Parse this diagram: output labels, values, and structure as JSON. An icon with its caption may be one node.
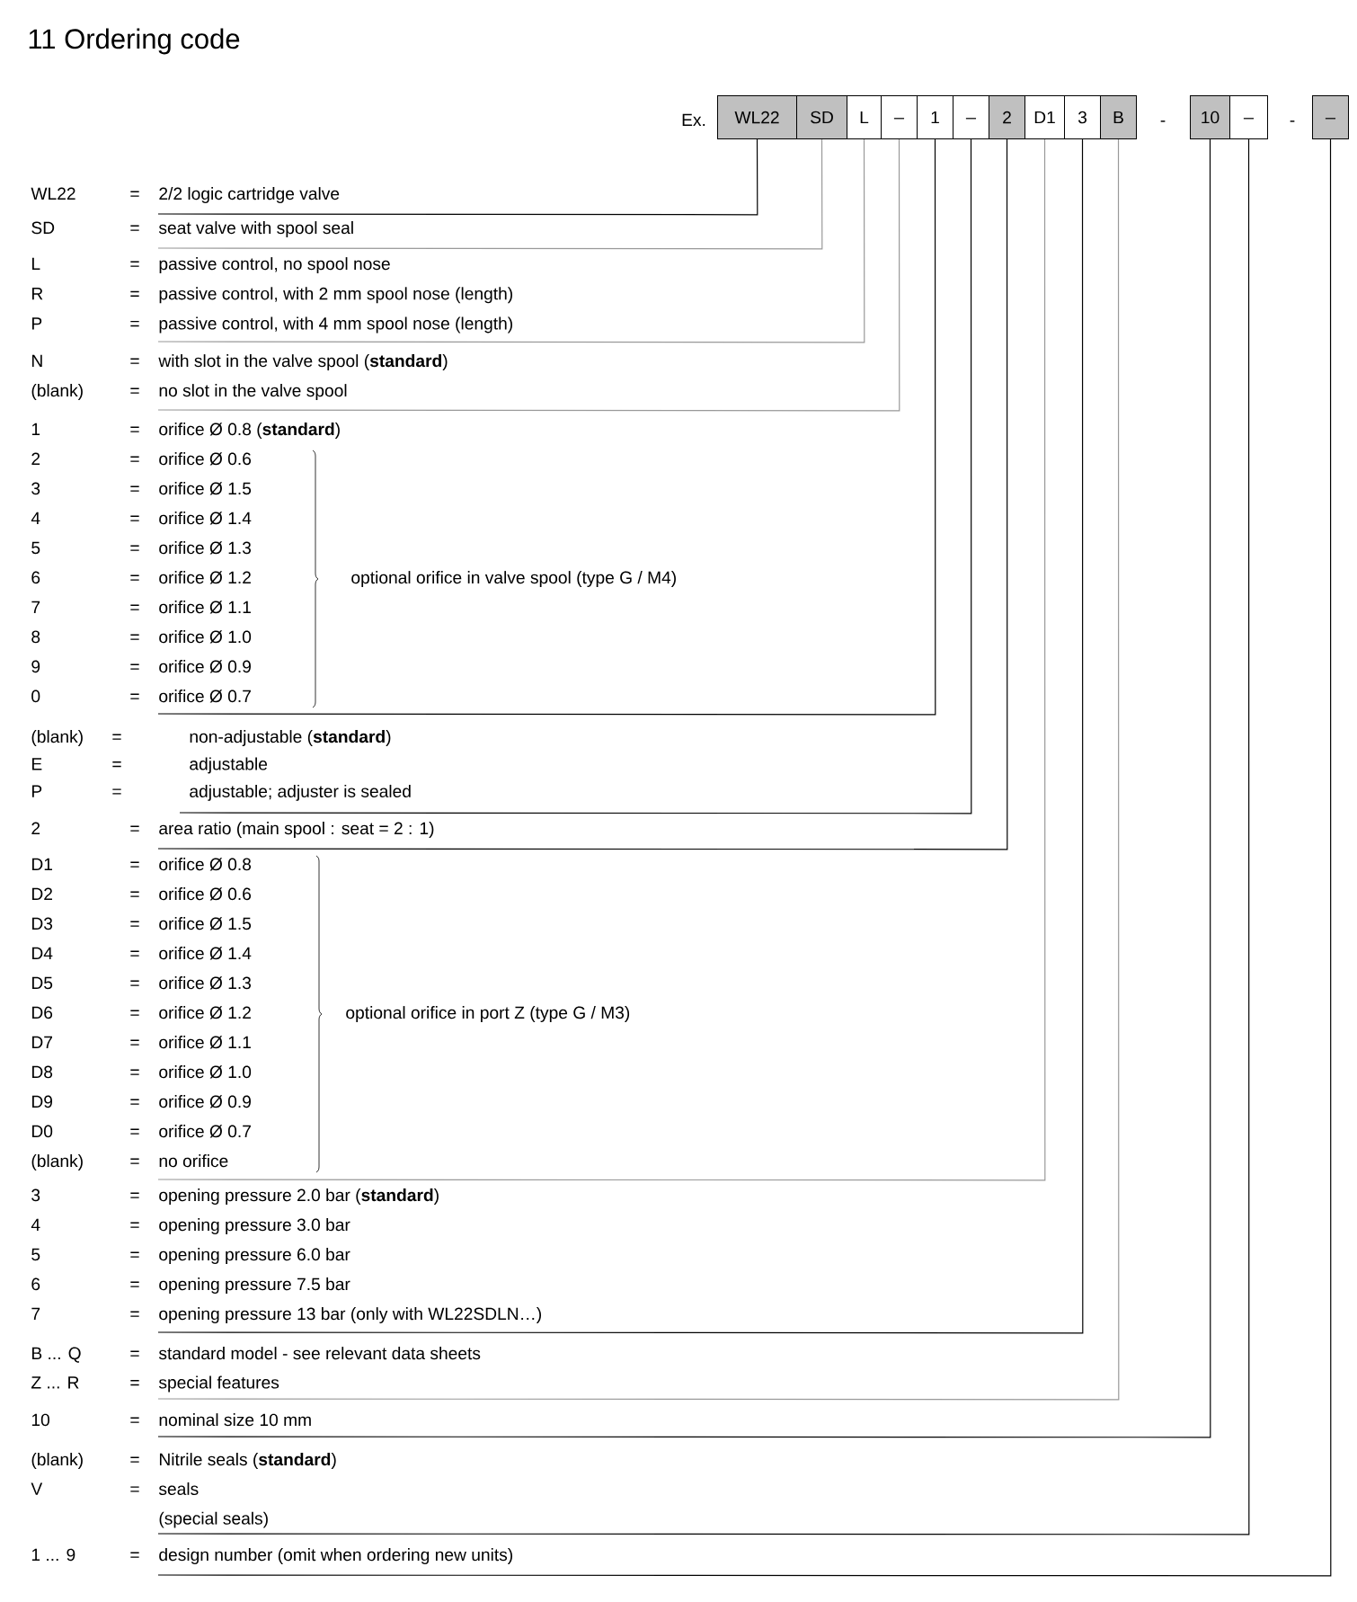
{
  "diagram": {
    "title": "11 Ordering code",
    "nodes": [
      {
        "text": [
          "WL22"
        ]
      },
      {
        "text": [
          "SD"
        ]
      },
      {
        "text": [
          "L"
        ]
      },
      {
        "text": [
          "_"
        ]
      },
      {
        "text": [
          "1"
        ]
      },
      {
        "text": [
          "_"
        ]
      },
      {
        "text": [
          "2"
        ]
      },
      {
        "text": [
          "D1"
        ]
      },
      {
        "text": [
          "3"
        ]
      },
      {
        "text": [
          "B"
        ]
      },
      {
        "text": [
          "10"
        ]
      },
      {
        "text": [
          "_"
        ]
      },
      {
        "text": [
          "_"
        ]
      },
      {
        "text": [
          "WL22",
          "=",
          "2/2 logic cartridge valve"
        ]
      },
      {
        "text": [
          "SD",
          "=",
          "seat valve with spool seal"
        ]
      },
      {
        "text": [
          "L",
          "=",
          "passive control, no spool nose",
          "R",
          "=",
          "passive control, with 2 mm spool nose (length)",
          "P",
          "=",
          "passive control, with 4 mm spool nose (length)"
        ]
      },
      {
        "text": [
          "N",
          "=",
          "with slot in the valve spool (**standard**)",
          "(blank)",
          "=",
          "no slot in the valve spool"
        ]
      },
      {
        "text": [
          "1",
          "=",
          "orifice Ø 0.8 (**standard**)",
          "2",
          "=",
          "orifice Ø 0.6",
          "3",
          "=",
          "orifice Ø 1.5",
          "4",
          "=",
          "orifice Ø 1.4",
          "5",
          "=",
          "orifice Ø 1.3",
          "6",
          "=",
          "orifice Ø 1.2",
          "7",
          "=",
          "orifice Ø 1.1",
          "8",
          "=",
          "orifice Ø 1.0",
          "9",
          "=",
          "orifice Ø 0.9",
          "0",
          "=",
          "orifice Ø 0.7",
          "optional orifice in valve spool (type G / M4)"
        ]
      },
      {
        "text": [
          "(blank)",
          "=",
          "non-adjustable  (**standard**)",
          "E",
          "=",
          "adjustable",
          "P",
          "=",
          "adjustable; adjuster is sealed"
        ]
      },
      {
        "text": [
          "2",
          "=",
          "area ratio (main spool : seat = 2 : 1)"
        ]
      },
      {
        "text": [
          "D1",
          "=",
          "orifice Ø 0.8",
          "D2",
          "=",
          "orifice Ø 0.6",
          "D3",
          "=",
          "orifice Ø 1.5",
          "D4",
          "=",
          "orifice Ø 1.4",
          "D5",
          "=",
          "orifice Ø 1.3",
          "D6",
          "=",
          "orifice Ø 1.2",
          "D7",
          "=",
          "orifice Ø 1.1",
          "D8",
          "=",
          "orifice Ø 1.0",
          "D9",
          "=",
          "orifice Ø 0.9",
          "D0",
          "=",
          "orifice Ø 0.7",
          "(blank)",
          "=",
          "no orifice",
          "optional orifice in port Z (type G / M3)"
        ]
      },
      {
        "text": [
          "3",
          "=",
          "opening pressure 2.0 bar (**standard**)",
          "4",
          "=",
          "opening pressure 3.0 bar",
          "5",
          "=",
          "opening pressure 6.0 bar",
          "6",
          "=",
          "opening pressure 7.5 bar",
          "7",
          "=",
          "opening pressure 13 bar (only with WL22SDLN…)"
        ]
      },
      {
        "text": [
          "B ... Q",
          "=",
          "standard model - see relevant data sheets",
          "Z ... R",
          "=",
          "special features"
        ]
      },
      {
        "text": [
          "10",
          "=",
          "nominal size 10 mm"
        ]
      },
      {
        "text": [
          "(blank)",
          "=",
          "Nitrile seals (**standard**)",
          "V",
          "=",
          "seals",
          "(special seals)"
        ]
      },
      {
        "text": [
          "1 ... 9",
          "=",
          "design number (omit when ordering new units)"
        ]
      }
    ],
    "edges": [
      {
        "from": 0,
        "to": 13,
        "arrow": "none"
      },
      {
        "from": 1,
        "to": 14,
        "arrow": "none",
        "color": "#999999"
      },
      {
        "from": 2,
        "to": 15,
        "arrow": "none",
        "color": "#999999"
      },
      {
        "from": 3,
        "to": 16,
        "arrow": "none",
        "color": "#999999"
      },
      {
        "from": 4,
        "to": 17,
        "arrow": "none"
      },
      {
        "from": 5,
        "to": 18,
        "arrow": "none"
      },
      {
        "from": 6,
        "to": 19,
        "arrow": "none"
      },
      {
        "from": 7,
        "to": 20,
        "arrow": "none",
        "color": "#999999"
      },
      {
        "from": 8,
        "to": 21,
        "arrow": "none"
      },
      {
        "from": 9,
        "to": 22,
        "arrow": "none",
        "color": "#999999"
      },
      {
        "from": 10,
        "to": 23,
        "arrow": "none"
      },
      {
        "from": 11,
        "to": 24,
        "arrow": "none"
      },
      {
        "from": 12,
        "to": 25,
        "arrow": "none"
      }
    ],
    "labels": [
      "Ex.",
      "-",
      "-"
    ]
  }
}
